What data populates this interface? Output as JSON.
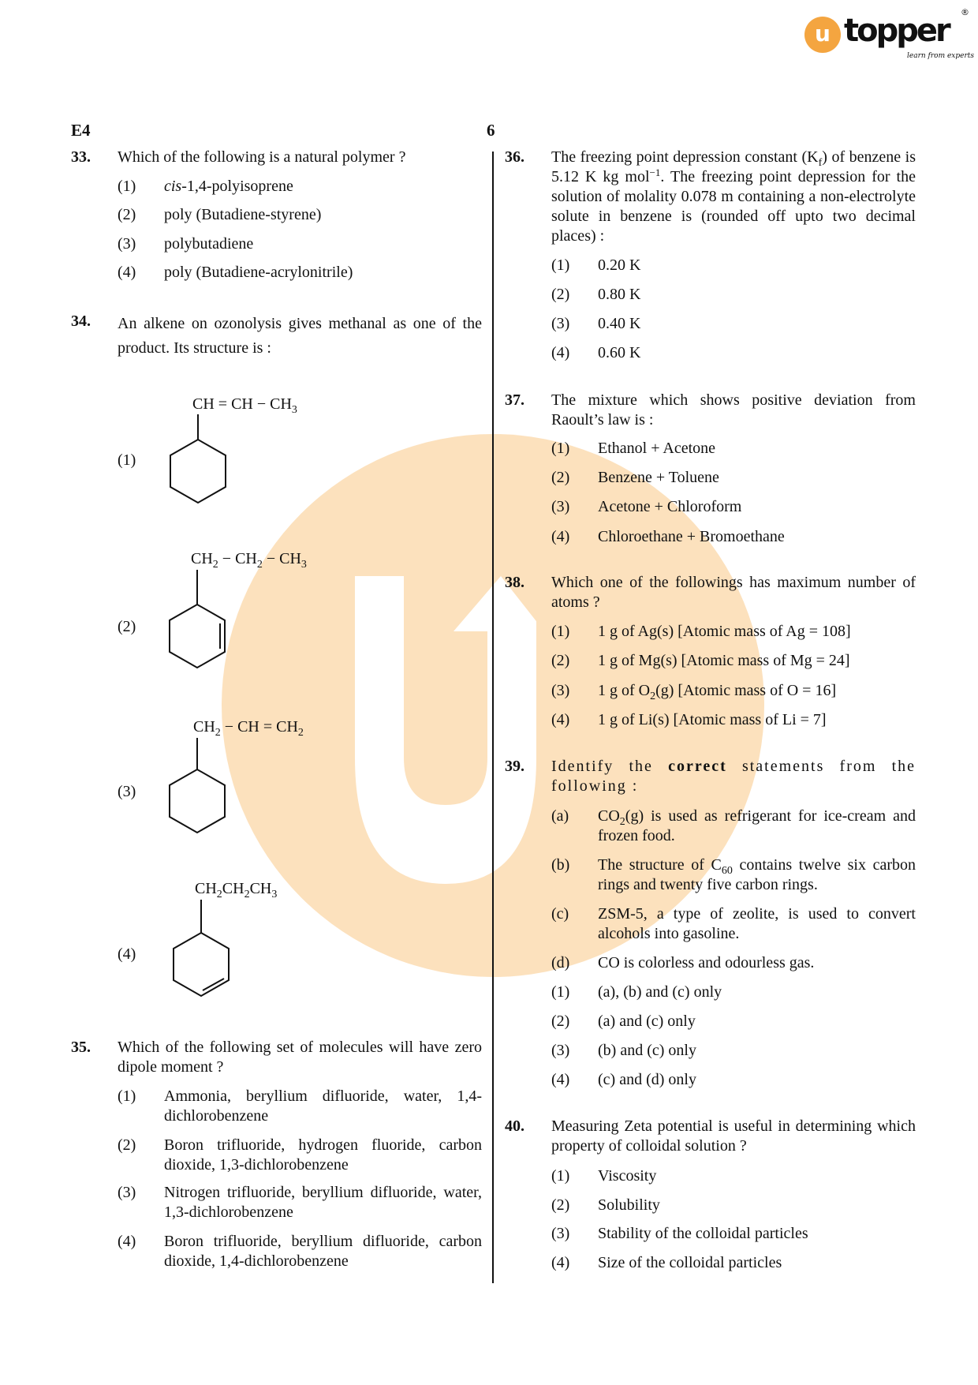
{
  "logo": {
    "brand": "topper",
    "tagline": "learn from experts",
    "mark": "u",
    "reg": "®",
    "accent": "#f4a540"
  },
  "header": {
    "code": "E4",
    "page": "6"
  },
  "q33": {
    "num": "33.",
    "text": "Which of the following is a natural polymer ?",
    "options": [
      {
        "n": "(1)",
        "italic": "cis",
        "t": "-1,4-polyisoprene"
      },
      {
        "n": "(2)",
        "t": "poly (Butadiene-styrene)"
      },
      {
        "n": "(3)",
        "t": "polybutadiene"
      },
      {
        "n": "(4)",
        "t": "poly (Butadiene-acrylonitrile)"
      }
    ]
  },
  "q34": {
    "num": "34.",
    "text": "An alkene on ozonolysis gives methanal as one of the product.  Its structure is :",
    "options": [
      {
        "n": "(1)",
        "f": [
          "CH = CH − CH",
          "3"
        ]
      },
      {
        "n": "(2)",
        "f": [
          "CH",
          "2",
          " − CH",
          "2",
          " − CH",
          "3"
        ]
      },
      {
        "n": "(3)",
        "f": [
          "CH",
          "2",
          " − CH = CH",
          "2"
        ]
      },
      {
        "n": "(4)",
        "f": [
          "CH",
          "2",
          "CH",
          "2",
          "CH",
          "3"
        ]
      }
    ]
  },
  "q35": {
    "num": "35.",
    "text": "Which of the following set of molecules will have zero dipole moment ?",
    "options": [
      {
        "n": "(1)",
        "t": "Ammonia, beryllium difluoride, water, 1,4-dichlorobenzene"
      },
      {
        "n": "(2)",
        "t": "Boron trifluoride, hydrogen fluoride, carbon dioxide, 1,3-dichlorobenzene"
      },
      {
        "n": "(3)",
        "t": "Nitrogen trifluoride, beryllium difluoride, water, 1,3-dichlorobenzene"
      },
      {
        "n": "(4)",
        "t": "Boron trifluoride, beryllium difluoride, carbon dioxide, 1,4-dichlorobenzene"
      }
    ]
  },
  "q36": {
    "num": "36.",
    "t1": "The freezing point depression constant (K",
    "sub": "f",
    "t2": ") of benzene is 5.12 K kg mol",
    "sup": "−1",
    "t3": ".  The freezing point depression for the solution of molality 0.078 m containing a non-electrolyte solute in benzene is (rounded off upto two decimal places) :",
    "options": [
      {
        "n": "(1)",
        "t": "0.20 K"
      },
      {
        "n": "(2)",
        "t": "0.80 K"
      },
      {
        "n": "(3)",
        "t": "0.40 K"
      },
      {
        "n": "(4)",
        "t": "0.60 K"
      }
    ]
  },
  "q37": {
    "num": "37.",
    "text": "The mixture which shows positive deviation from Raoult’s law is :",
    "options": [
      {
        "n": "(1)",
        "t": "Ethanol + Acetone"
      },
      {
        "n": "(2)",
        "t": "Benzene + Toluene"
      },
      {
        "n": "(3)",
        "t": "Acetone + Chloroform"
      },
      {
        "n": "(4)",
        "t": "Chloroethane + Bromoethane"
      }
    ]
  },
  "q38": {
    "num": "38.",
    "text": "Which one of the followings has maximum number of atoms ?",
    "options": [
      {
        "n": "(1)",
        "t": "1 g of Ag(s) [Atomic mass of Ag = 108]"
      },
      {
        "n": "(2)",
        "t": "1 g of Mg(s) [Atomic mass of Mg = 24]"
      },
      {
        "n": "(3)",
        "a": "1 g of O",
        "s": "2",
        "b": "(g) [Atomic mass of O = 16]"
      },
      {
        "n": "(4)",
        "t": "1 g of Li(s) [Atomic mass of Li = 7]"
      }
    ]
  },
  "q39": {
    "num": "39.",
    "t1": "Identify the",
    "bold": "correct",
    "t2": "statements from the following :",
    "statements": [
      {
        "n": "(a)",
        "a": "CO",
        "s": "2",
        "b": "(g) is used as refrigerant for ice-cream and frozen food."
      },
      {
        "n": "(b)",
        "a": "The structure of C",
        "s": "60",
        "b": " contains twelve six carbon rings and twenty five carbon rings."
      },
      {
        "n": "(c)",
        "t": "ZSM-5, a type of zeolite, is used to convert alcohols into gasoline."
      },
      {
        "n": "(d)",
        "t": "CO is colorless and odourless gas."
      }
    ],
    "options": [
      {
        "n": "(1)",
        "t": "(a), (b) and (c) only"
      },
      {
        "n": "(2)",
        "t": "(a) and (c) only"
      },
      {
        "n": "(3)",
        "t": "(b) and (c) only"
      },
      {
        "n": "(4)",
        "t": "(c) and (d) only"
      }
    ]
  },
  "q40": {
    "num": "40.",
    "text": "Measuring Zeta potential is useful in determining which property of colloidal solution ?",
    "options": [
      {
        "n": "(1)",
        "t": "Viscosity"
      },
      {
        "n": "(2)",
        "t": "Solubility"
      },
      {
        "n": "(3)",
        "t": "Stability of the colloidal particles"
      },
      {
        "n": "(4)",
        "t": "Size of the colloidal particles"
      }
    ]
  }
}
